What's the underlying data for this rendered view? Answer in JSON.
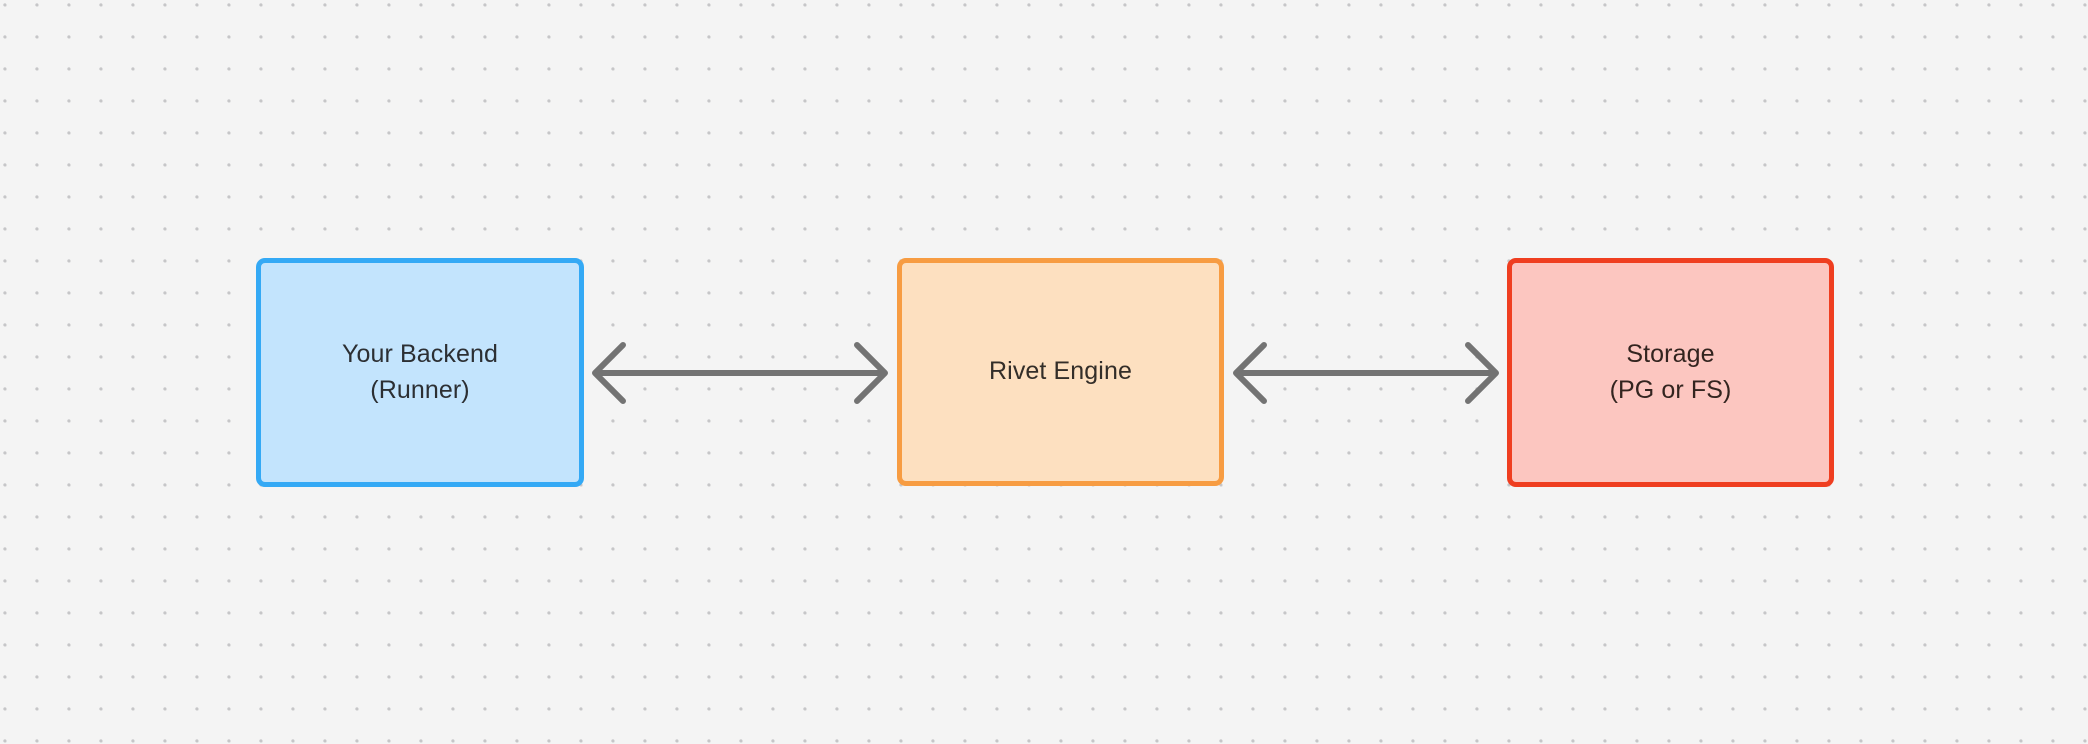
{
  "diagram": {
    "type": "flow-diagram",
    "orientation": "horizontal",
    "background_color": "#f4f4f4",
    "grid": "dotted",
    "nodes": [
      {
        "id": "backend",
        "line1": "Your Backend",
        "line2": "(Runner)",
        "fill_color": "#c3e4fd",
        "border_color": "#34a9f5",
        "text_color": "#2c2f33"
      },
      {
        "id": "engine",
        "line1": "Rivet Engine",
        "line2": "",
        "fill_color": "#fde0c0",
        "border_color": "#f79c42",
        "text_color": "#332e29"
      },
      {
        "id": "storage",
        "line1": "Storage",
        "line2": "(PG or FS)",
        "fill_color": "#fcc6c0",
        "border_color": "#ef3e20",
        "text_color": "#33241f"
      }
    ],
    "edges": [
      {
        "id": "backend-engine",
        "from": "backend",
        "to": "engine",
        "label": "",
        "direction": "bidirectional",
        "color": "#737373"
      },
      {
        "id": "engine-storage",
        "from": "engine",
        "to": "storage",
        "label": "",
        "direction": "bidirectional",
        "color": "#737373"
      }
    ]
  }
}
